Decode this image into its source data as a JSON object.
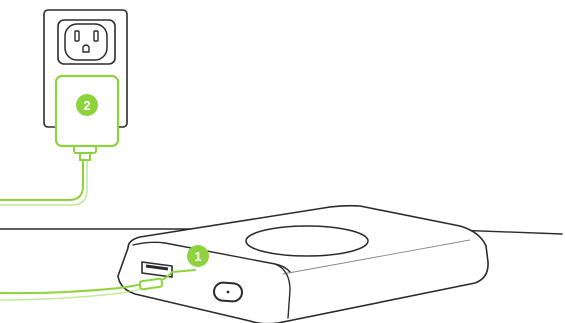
{
  "steps": [
    {
      "number": "1",
      "target": "usb-port"
    },
    {
      "number": "2",
      "target": "wall-adapter"
    }
  ],
  "colors": {
    "accent": "#8ED33E",
    "outline": "#2B2B2B",
    "background": "#FFFFFF"
  },
  "icons": [
    "wall-outlet-icon",
    "wall-adapter-icon",
    "power-bank-icon",
    "usb-cable-icon",
    "power-button-icon"
  ]
}
